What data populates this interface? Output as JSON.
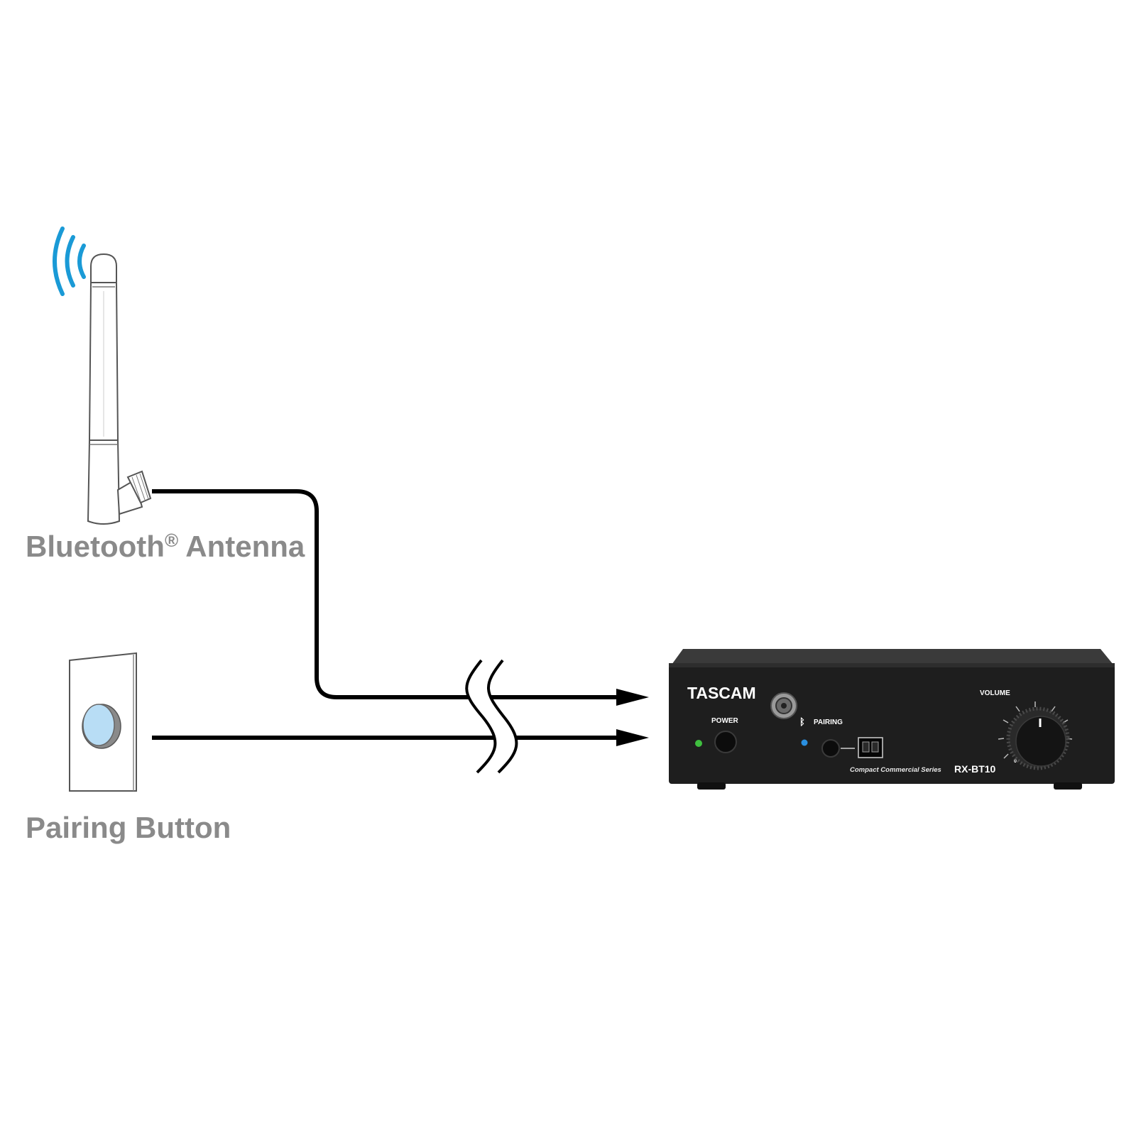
{
  "labels": {
    "antenna_prefix": "Bluetooth",
    "antenna_reg": "®",
    "antenna_suffix": " Antenna",
    "pairing_button": "Pairing Button"
  },
  "device": {
    "brand": "TASCAM",
    "power_label": "POWER",
    "pairing_label": "PAIRING",
    "volume_label": "VOLUME",
    "series": "Compact Commercial Series",
    "model": "RX-BT10",
    "knob_min": "0"
  },
  "colors": {
    "label_gray": "#8a8a8a",
    "signal_blue": "#1a9ad6",
    "button_face": "#b8ddf5",
    "device_body": "#1e1e1e",
    "power_led": "#3fbf3f",
    "pairing_led": "#2a8fe0"
  }
}
